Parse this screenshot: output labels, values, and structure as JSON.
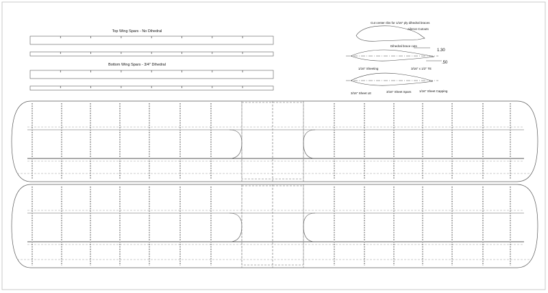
{
  "spars": {
    "top_title": "Top Wing Spars - No Dihedral",
    "bottom_title": "Bottom Wing Spars - 3/4\" Dihedral"
  },
  "airfoil": {
    "labels": {
      "cut_center": "Cut center ribs for 1/16\" ply dihedral braces",
      "aileron": "Aileron Cutouts",
      "dihedral_cuts": "Dihedral brace cuts",
      "dim1": "1.30",
      "dim2": ".50",
      "sheeting": "1/16\" Sheeting",
      "te": "3/16\" x 1/2\" TE",
      "sheet_le": "3/16\" Sheet LE",
      "sheet_spars": "3/16\" Sheet Spars",
      "capping": "1/16\" Sheet Capping"
    }
  },
  "colors": {
    "line": "#555555",
    "dash": "#999999",
    "frame": "#bbbbbb"
  }
}
